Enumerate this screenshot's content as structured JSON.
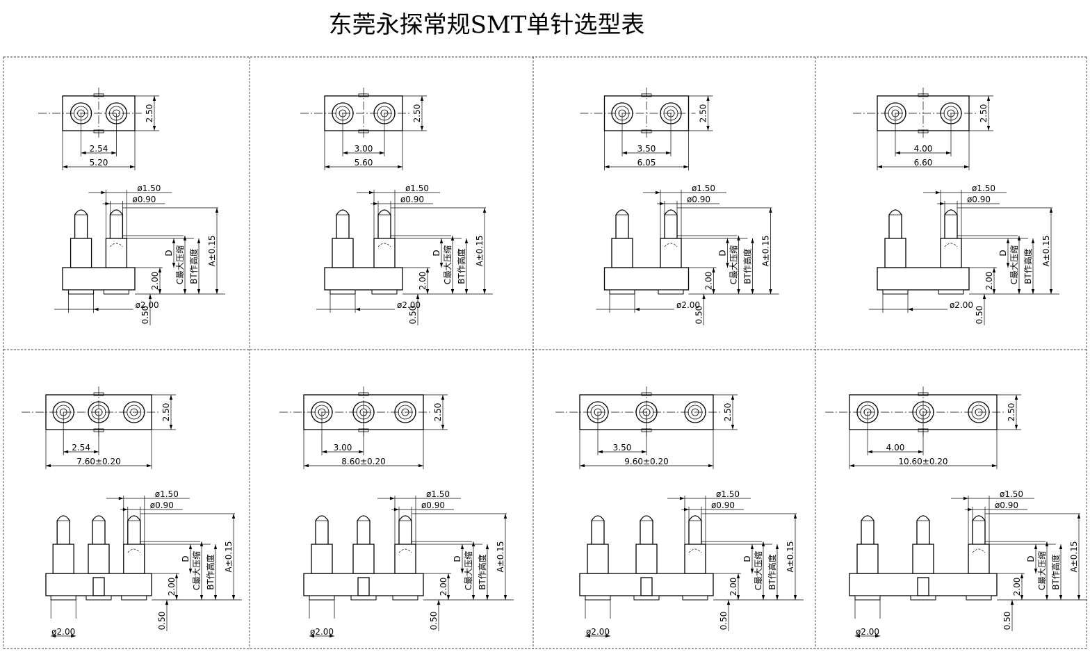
{
  "title": "东莞永探常规SMT单针选型表",
  "common": {
    "pin_width_label": "2.50",
    "phi_outer": "ø1.50",
    "phi_inner": "ø0.90",
    "phi_base": "ø2.00",
    "height_d": "D",
    "height_c": "C最大压缩",
    "height_b": "BT作高度",
    "height_a": "A±0.15",
    "base_h": "2.00",
    "foot_h": "0.50"
  },
  "panels": [
    {
      "pins": 2,
      "pitch_label": "2.54",
      "length_label": "5.20"
    },
    {
      "pins": 2,
      "pitch_label": "3.00",
      "length_label": "5.60"
    },
    {
      "pins": 2,
      "pitch_label": "3.50",
      "length_label": "6.05"
    },
    {
      "pins": 2,
      "pitch_label": "4.00",
      "length_label": "6.60"
    },
    {
      "pins": 3,
      "pitch_label": "2.54",
      "length_label": "7.60±0.20"
    },
    {
      "pins": 3,
      "pitch_label": "3.00",
      "length_label": "8.60±0.20"
    },
    {
      "pins": 3,
      "pitch_label": "3.50",
      "length_label": "9.60±0.20"
    },
    {
      "pins": 3,
      "pitch_label": "4.00",
      "length_label": "10.60±0.20"
    }
  ]
}
